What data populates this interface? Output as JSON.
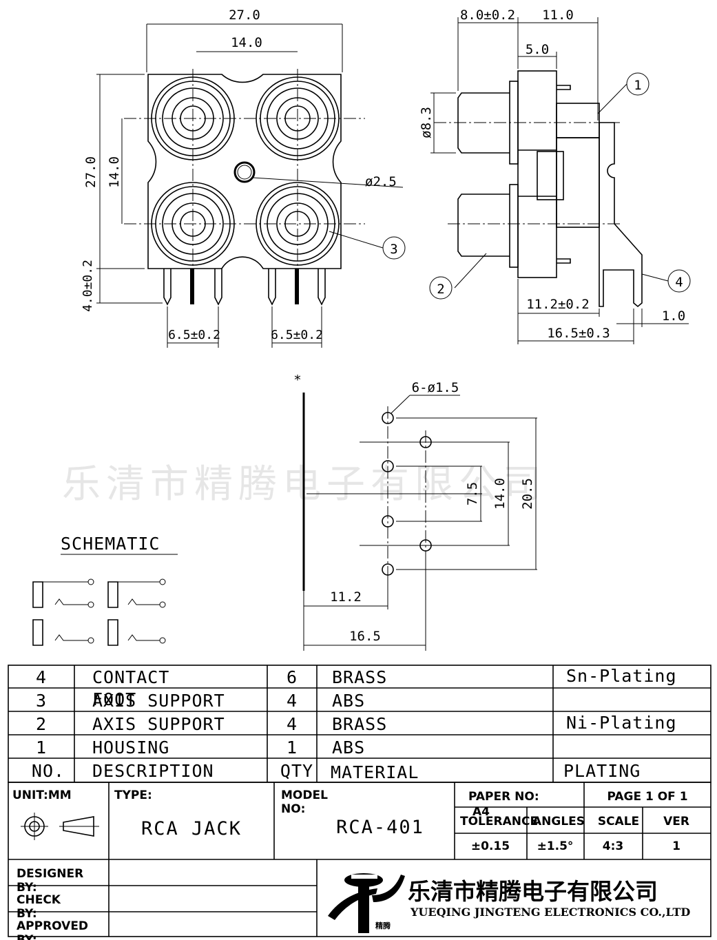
{
  "watermark": "乐清市精腾电子有限公司",
  "front_view": {
    "width_top": "27.0",
    "pitch_top": "14.0",
    "height_left": "27.0",
    "pitch_left": "14.0",
    "pin_len": "4.0±0.2",
    "hole_dia": "ø2.5",
    "pin_pitch_left": "6.5±0.2",
    "pin_pitch_right": "6.5±0.2",
    "callout_3": "3"
  },
  "side_view": {
    "dim_a": "8.0±0.2",
    "dim_b": "11.0",
    "dim_c": "5.0",
    "jack_dia": "ø8.3",
    "dim_d": "11.2±0.2",
    "dim_e": "16.5±0.3",
    "dim_f": "1.0",
    "callout_1": "1",
    "callout_2": "2",
    "callout_4": "4"
  },
  "pcb_layout": {
    "marker": "*",
    "holes": "6-ø1.5",
    "dim_7_5": "7.5",
    "dim_14": "14.0",
    "dim_20_5": "20.5",
    "dim_11_2": "11.2",
    "dim_16_5": "16.5"
  },
  "schematic_label": "SCHEMATIC",
  "bom": {
    "rows": [
      {
        "no": "4",
        "desc": "CONTACT",
        "qty": "6",
        "material": "BRASS",
        "plating": "Sn-Plating"
      },
      {
        "no": "3",
        "desc": "AXIS SUPPORT",
        "desc_overlay": "FOOT",
        "qty": "4",
        "material": "ABS",
        "plating": ""
      },
      {
        "no": "2",
        "desc": "AXIS SUPPORT",
        "qty": "4",
        "material": "BRASS",
        "plating": "Ni-Plating"
      },
      {
        "no": "1",
        "desc": "HOUSING",
        "qty": "1",
        "material": "ABS",
        "plating": ""
      }
    ],
    "header": {
      "no": "NO.",
      "desc": "DESCRIPTION",
      "qty": "QTY",
      "material": "MATERIAL",
      "plating": "PLATING"
    }
  },
  "title_block": {
    "unit_label": "UNIT:MM",
    "type_label": "TYPE:",
    "type_value": "RCA   JACK",
    "model_label_1": "MODEL",
    "model_label_2": "NO:",
    "model_value": "RCA-401",
    "paper_label": "PAPER NO:",
    "paper_value": "A4",
    "page_label": "PAGE 1 OF 1",
    "tolerance_label": "TOLERANCE",
    "angles_label": "ANGLES",
    "scale_label": "SCALE",
    "ver_label": "VER",
    "tolerance_value": "±0.15",
    "angles_value": "±1.5°",
    "scale_value": "4:3",
    "ver_value": "1",
    "designer_label_1": "DESIGNER",
    "designer_label_2": "BY:",
    "check_label_1": "CHECK",
    "check_label_2": "BY:",
    "approved_label_1": "APPROVED",
    "approved_label_2": "BY:",
    "company_cn": "乐清市精腾电子有限公司",
    "company_en": "YUEQING JINGTENG ELECTRONICS CO.,LTD",
    "logo_text": "精腾"
  }
}
